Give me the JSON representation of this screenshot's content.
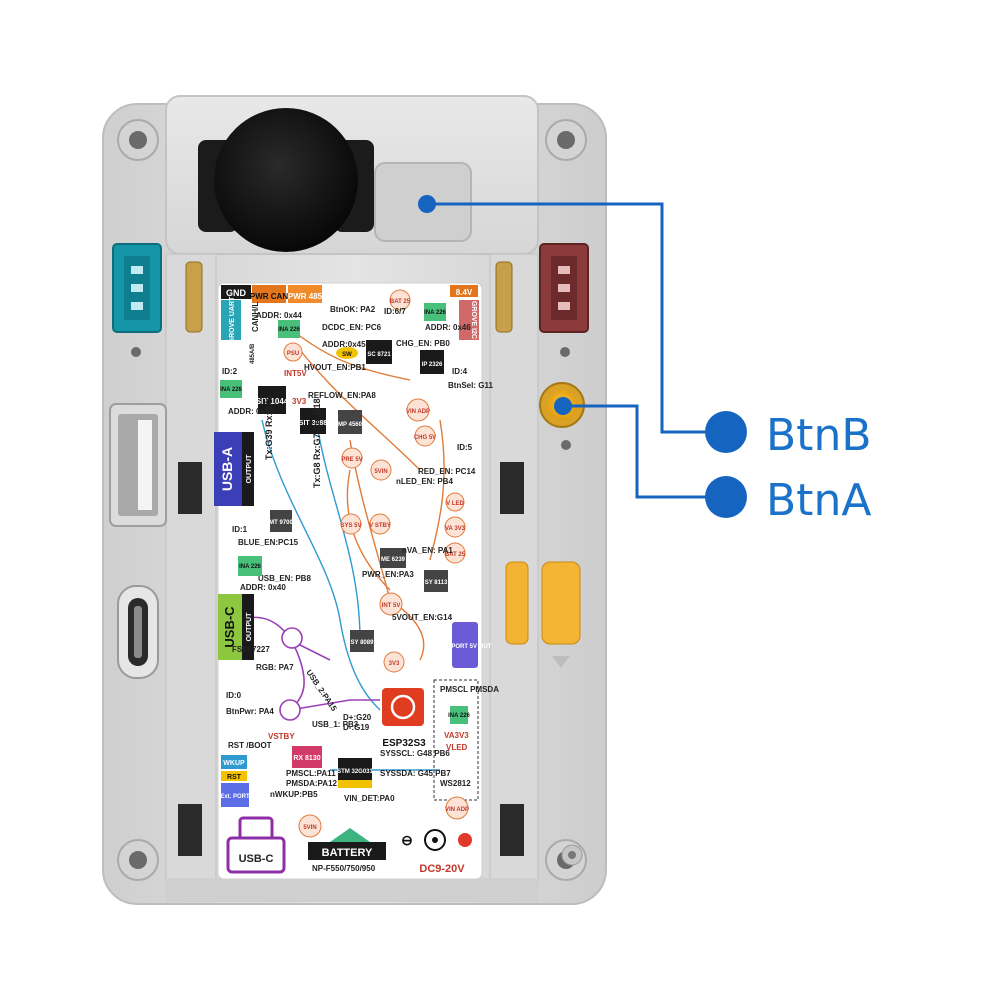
{
  "callouts": {
    "btn_b": "BtnB",
    "btn_a": "BtnA",
    "color": "#1565c0"
  },
  "board": {
    "top_left_labels": {
      "gnd": "GND",
      "pwr_can": "PWR CAN",
      "pwr_485": "PWR 485",
      "v84": "8.4V"
    },
    "grove_uart": "GROVE UART",
    "grove_i2c": "GROVE I2C",
    "usb_a_output": "USB-A",
    "usb_a_output_sub": "OUTPUT",
    "usb_c_output": "USB-C",
    "usb_c_output_sub": "OUTPUT",
    "chips": {
      "sit1044": "SIT 1044",
      "sit3088": "SIT 3088",
      "mp4560": "MP 4560",
      "sc8721": "SC 8721",
      "ip2326": "IP 2326",
      "me6239": "ME 6239",
      "sy8113": "SY 8113",
      "sy8089": "SY 8089",
      "mt9700": "MT 9700",
      "fsw7227": "FSW 7227",
      "rx8130": "RX 8130",
      "stm32g031": "STM 32G031",
      "esp32s3": "ESP32S3"
    },
    "signals": {
      "id2": "ID:2",
      "id4": "ID:4",
      "id5": "ID:5",
      "id1": "ID:1",
      "id0": "ID:0",
      "id67": "ID:6/7",
      "ina226": "INA 226",
      "addr_44": "ADDR: 0x44",
      "addr_45": "ADDR:0x45",
      "addr_43": "ADDR: 0x43",
      "addr_40": "ADDR: 0x40",
      "addr_46": "ADDR: 0x46",
      "tx_rx": "Tx:G39 Rx:G40",
      "tx_rx_dir": "Tx:G8 Rx:G7 Dir:G18",
      "blue_en": "BLUE_EN:PC15",
      "usb_en": "USB_EN: PB8",
      "rgb": "RGB: PA7",
      "btnpwr": "BtnPwr: PA4",
      "rst_boot": "RST /BOOT",
      "wkup": "WKUP",
      "rst": "RST",
      "ext_port": "Ext. PORT",
      "usb_1": "USB_1: PB3",
      "usb_2": "USB_2:PA15",
      "dplus": "D+:G20",
      "dminus": "D-:G19",
      "sysscl": "SYSSCL: G48 PB6",
      "syssda": "SYSSDA: G45 PB7",
      "pmscl": "PMSCL:PA11",
      "pmsda": "PMSDA:PA12",
      "nwkup": "nWKUP:PB5",
      "vin_det": "VIN_DET:PA0",
      "pwr_en": "PWR_EN:PA3",
      "nva_en": "nVA_EN: PA1",
      "red_en": "RED_EN: PC14",
      "nled_en": "nLED_EN: PB4",
      "chg_en": "CHG_EN: PB0",
      "hvout_en": "HVOUT_EN:PB1",
      "dcdc_en": "DCDC_EN: PC6",
      "btnok": "BtnOK: PA2",
      "reflow_en": "REFLOW_EN:PA8",
      "5vout_en": "5VOUT_EN:G14",
      "btnsel": "BtnSel: G11",
      "ws2812": "WS2812",
      "ext_port_5v": "Ext. PORT 5V OUT",
      "pmscl_pmsda": "PMSCL PMSDA",
      "va3v3": "VA3V3",
      "vled": "VLED",
      "canh_l": "CANH/L",
      "485ab": "485A/B",
      "intsv": "INT5V",
      "v3v3": "3V3",
      "vstby": "VSTBY"
    },
    "rails": {
      "psu": "PSU",
      "sw": "SW",
      "bat25": "BAT 25",
      "vin_adp": "VIN ADP",
      "chg5v": "CHG 5V",
      "pre5v": "PRE 5V",
      "sys5v": "SYS 5V",
      "int5v": "INT 5V",
      "v3v3": "3V3",
      "svin": "5VIN",
      "vstby": "V STBY",
      "vled": "V LED",
      "va3v3": "VA 3V3"
    },
    "battery": "BATTERY",
    "battery_model": "NP-F550/750/950",
    "dc_input": "DC9-20V",
    "usb_c_port": "USB-C"
  }
}
